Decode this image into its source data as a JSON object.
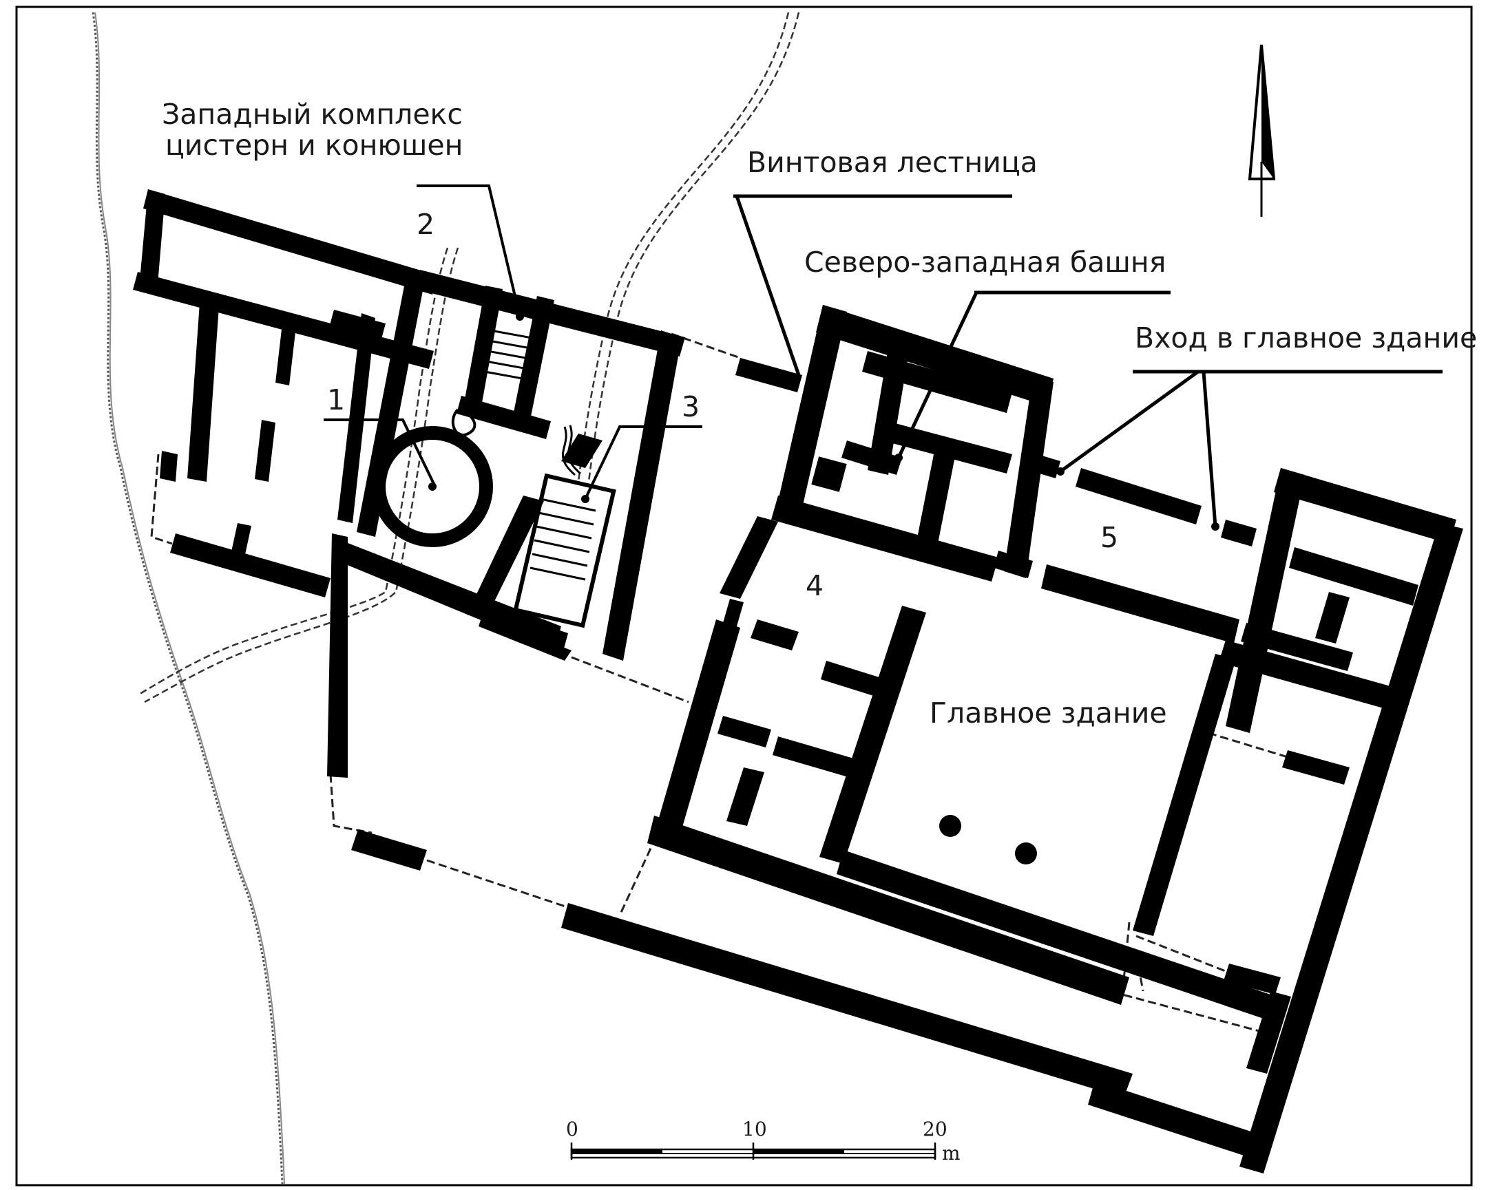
{
  "labels": {
    "west_complex_line1": "Западный комплекс",
    "west_complex_line2": "цистерн и конюшен",
    "spiral_stair": "Винтовая лестница",
    "nw_tower": "Северо-западная башня",
    "entrance": "Вход в главное здание",
    "main_building": "Главное здание"
  },
  "numbers": {
    "n1": "1",
    "n2": "2",
    "n3": "3",
    "n4": "4",
    "n5": "5"
  },
  "scale_bar": {
    "tick0": "0",
    "tick10": "10",
    "tick20": "20",
    "unit": "m"
  },
  "north_arrow": {
    "icon": "north-arrow-icon"
  }
}
